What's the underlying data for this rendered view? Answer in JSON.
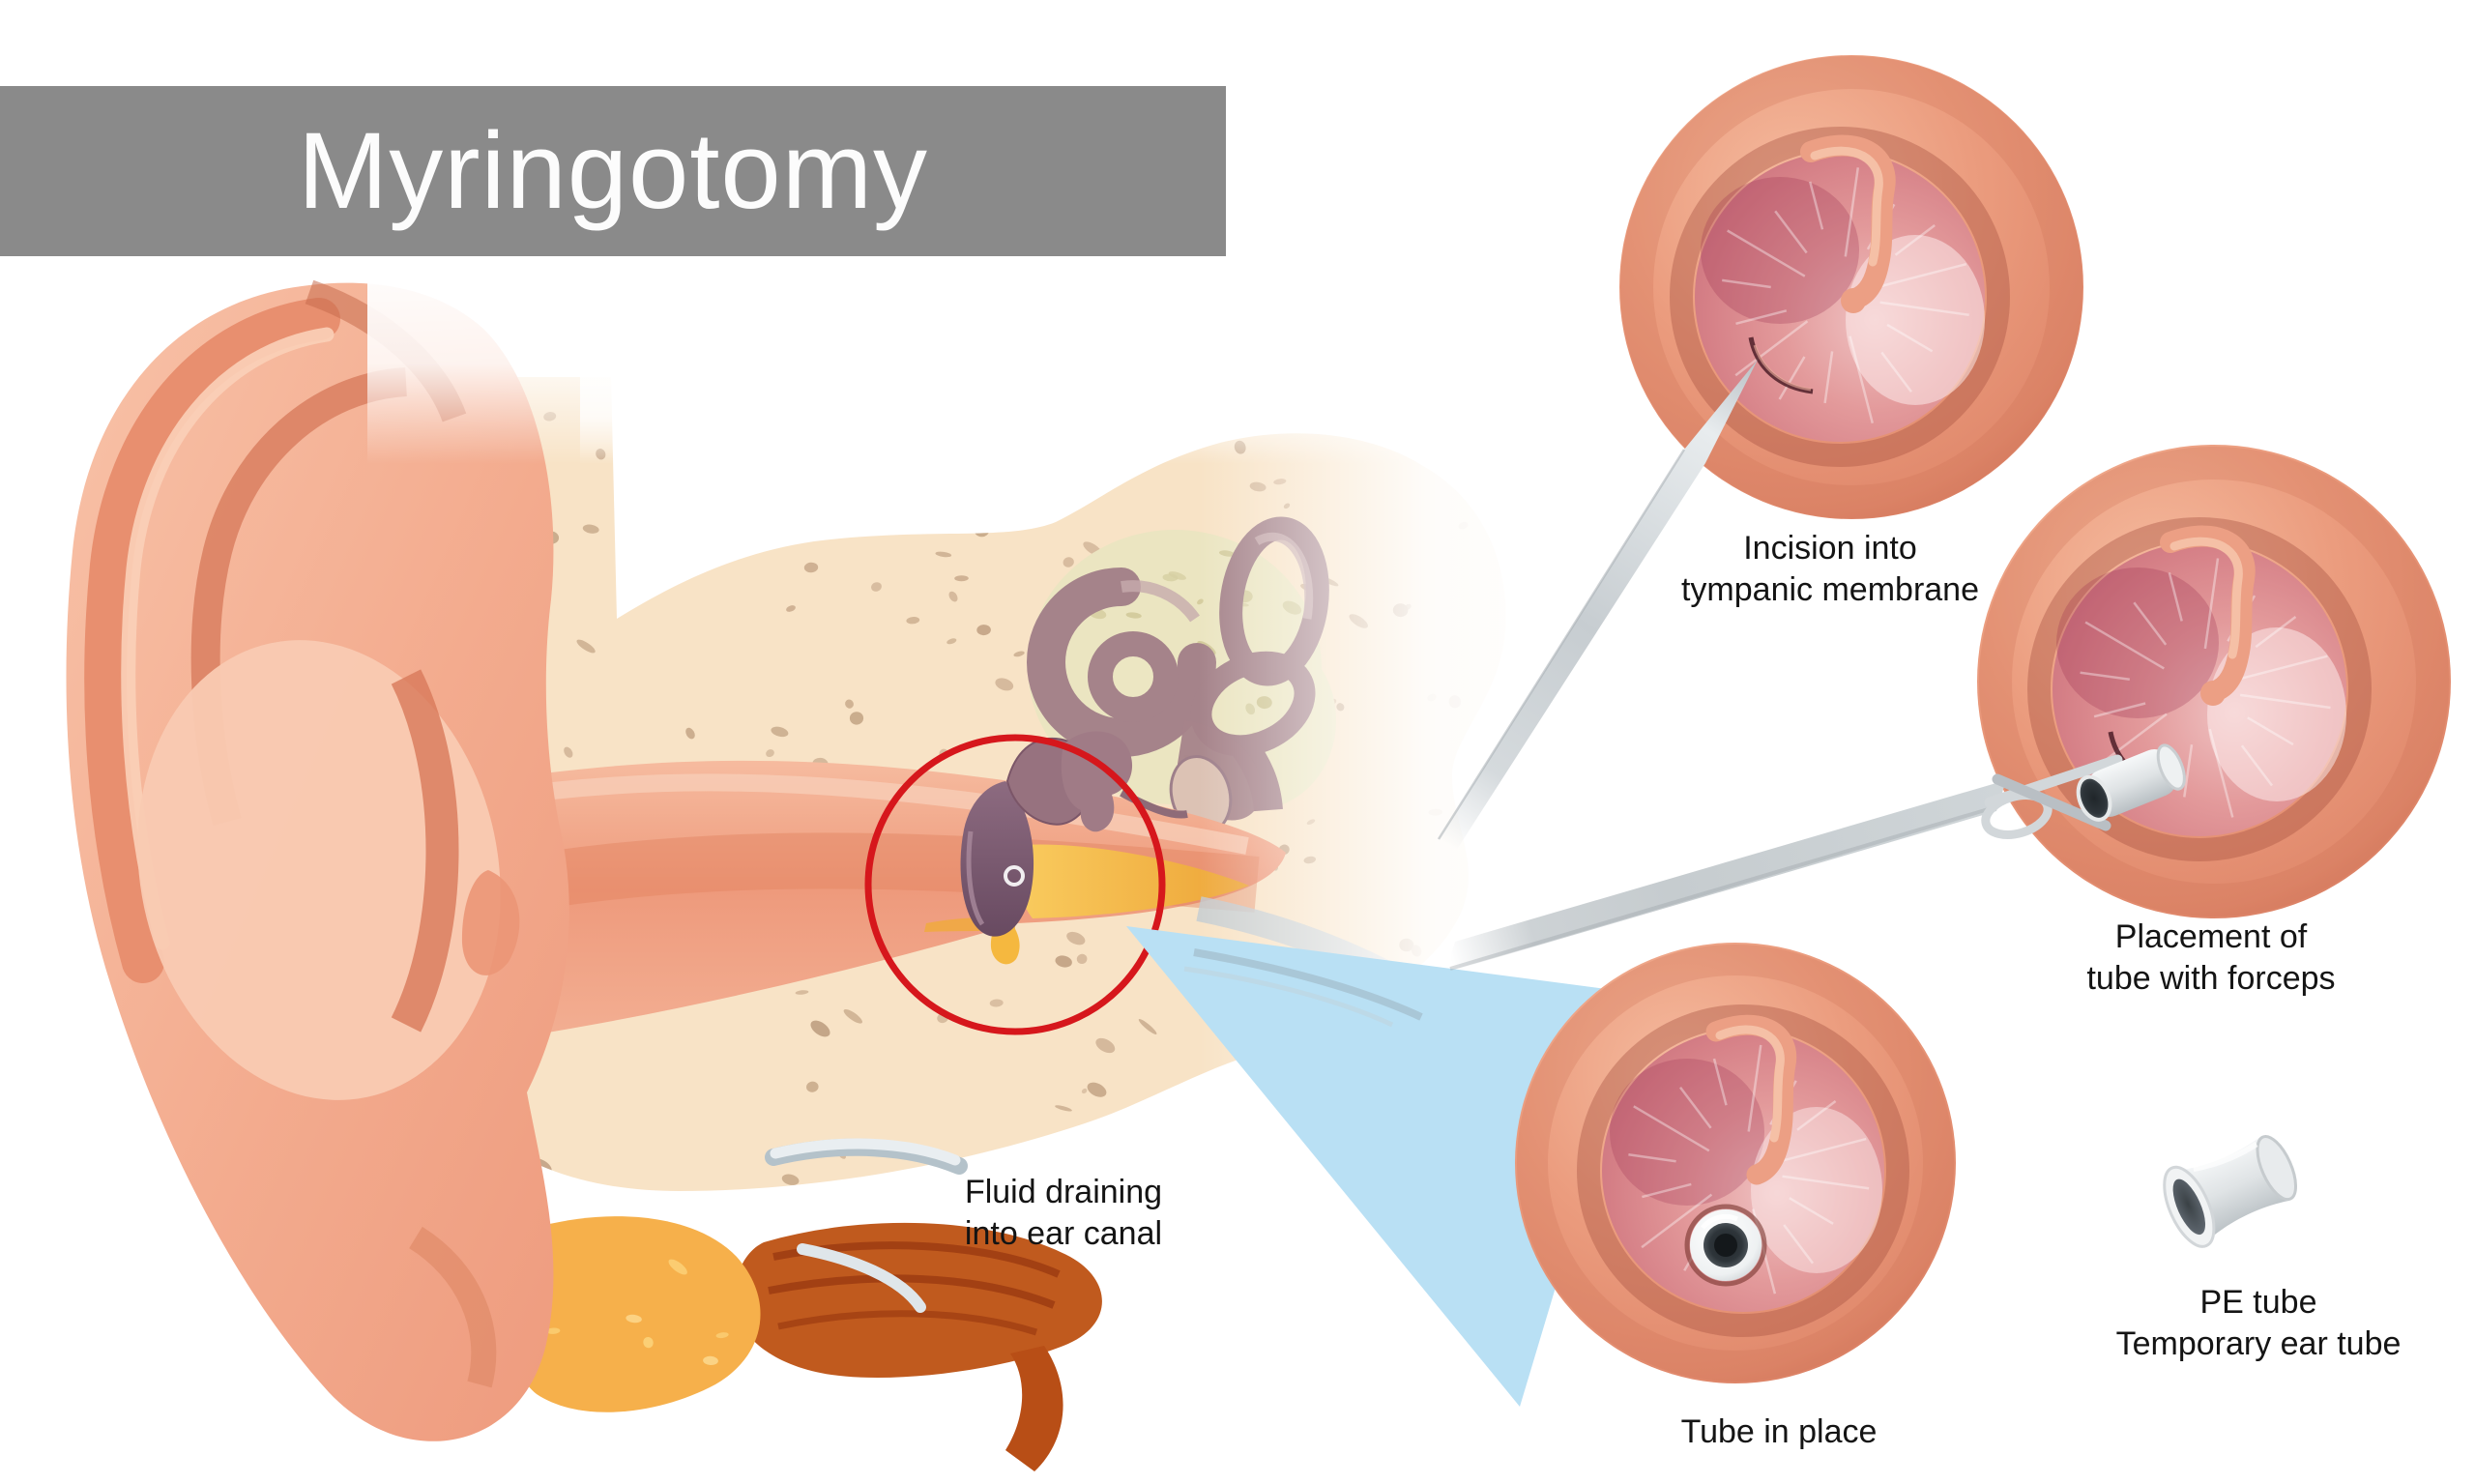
{
  "banner": {
    "title": "Myringotomy",
    "background_color": "#8a8a8a",
    "text_color": "#fcfcfc"
  },
  "anatomy_callout": {
    "label": "Fluid draining\ninto ear canal",
    "highlight_color": "#d6171c"
  },
  "insets": [
    {
      "id": "incision",
      "label": "Incision into\ntympanic membrane"
    },
    {
      "id": "placement",
      "label": "Placement of\ntube with forceps"
    },
    {
      "id": "tube_in_place",
      "label": "Tube in place"
    }
  ],
  "pe_tube": {
    "label": "PE tube\nTemporary ear tube"
  },
  "palette": {
    "skin": "#f2a88c",
    "bone": "#f8e3c6",
    "bone_speckle": "#c9ab8c",
    "cartilage": "#f6b04b",
    "muscle": "#b04a18",
    "inner_ear": "#a5838a",
    "eardrum": "#7d5c72",
    "fluid": "#f5b83f",
    "beam": "#b9e0f4",
    "instrument": "#cdd3d7",
    "highlight_circle": "#d6171c"
  }
}
